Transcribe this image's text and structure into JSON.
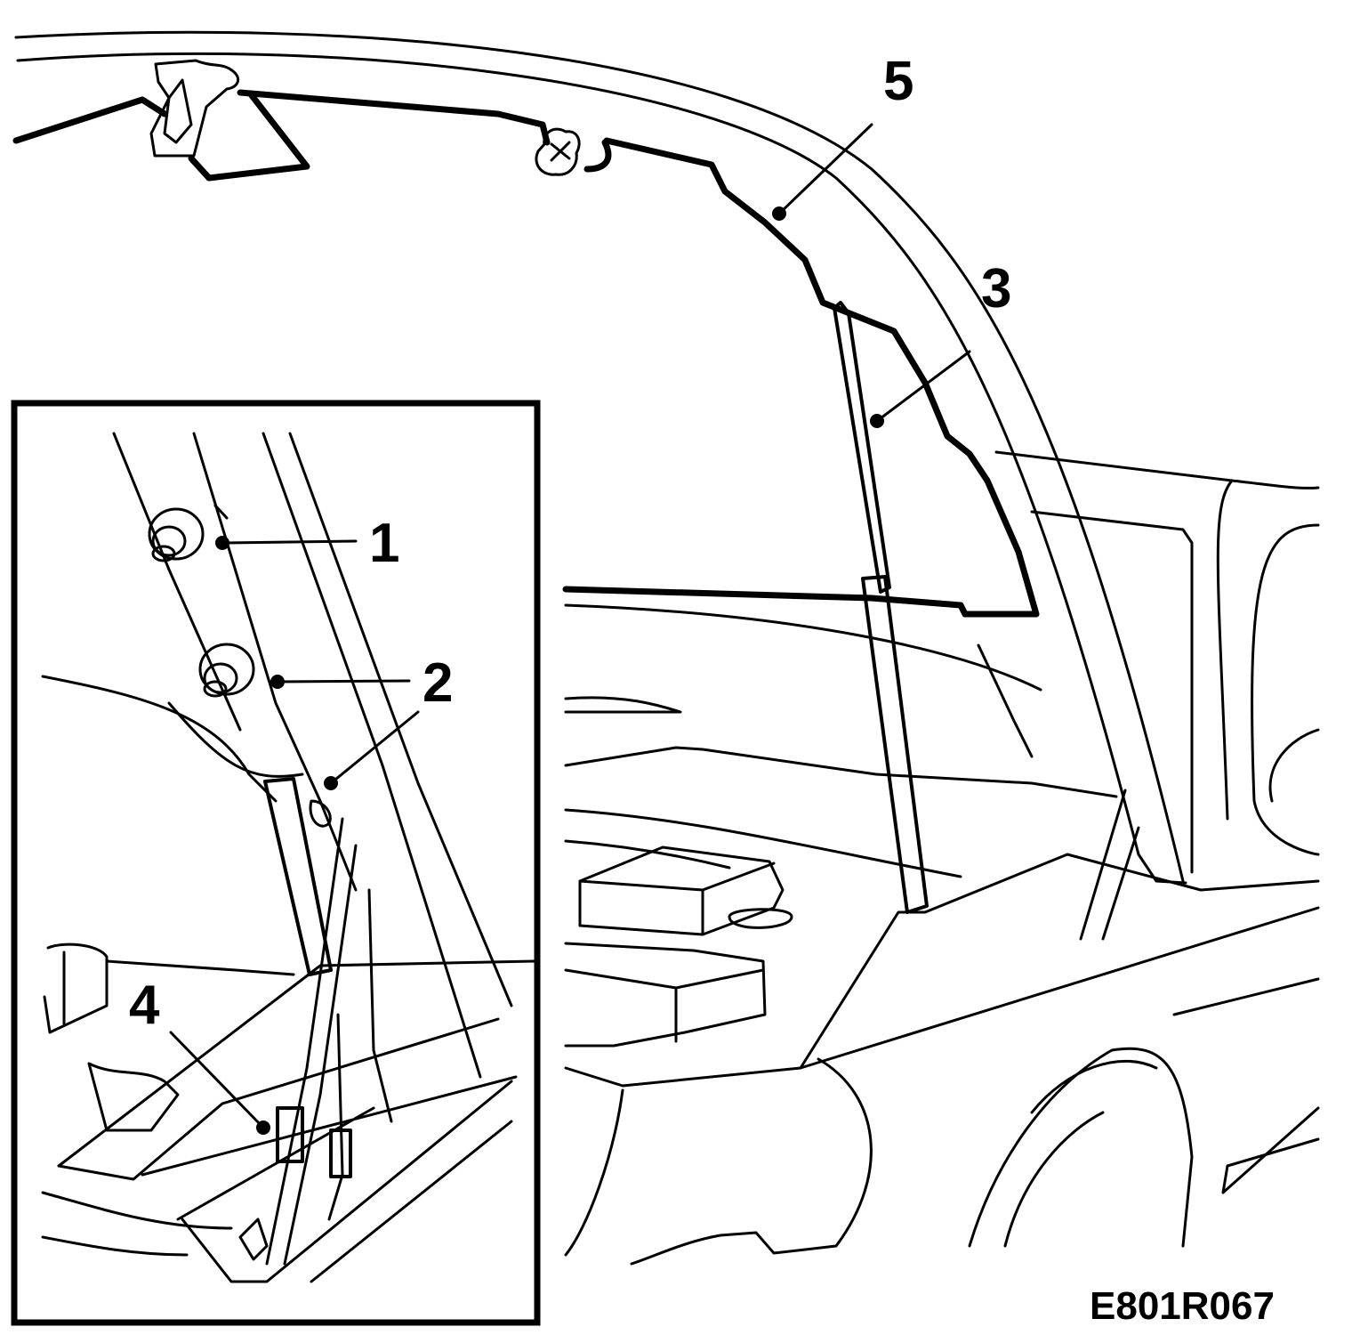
{
  "figure_code": "E801R067",
  "callouts": [
    {
      "id": "1",
      "label": "1"
    },
    {
      "id": "2",
      "label": "2"
    },
    {
      "id": "3",
      "label": "3"
    },
    {
      "id": "4",
      "label": "4"
    },
    {
      "id": "5",
      "label": "5"
    }
  ],
  "colors": {
    "ink": "#000000",
    "paper": "#ffffff"
  }
}
